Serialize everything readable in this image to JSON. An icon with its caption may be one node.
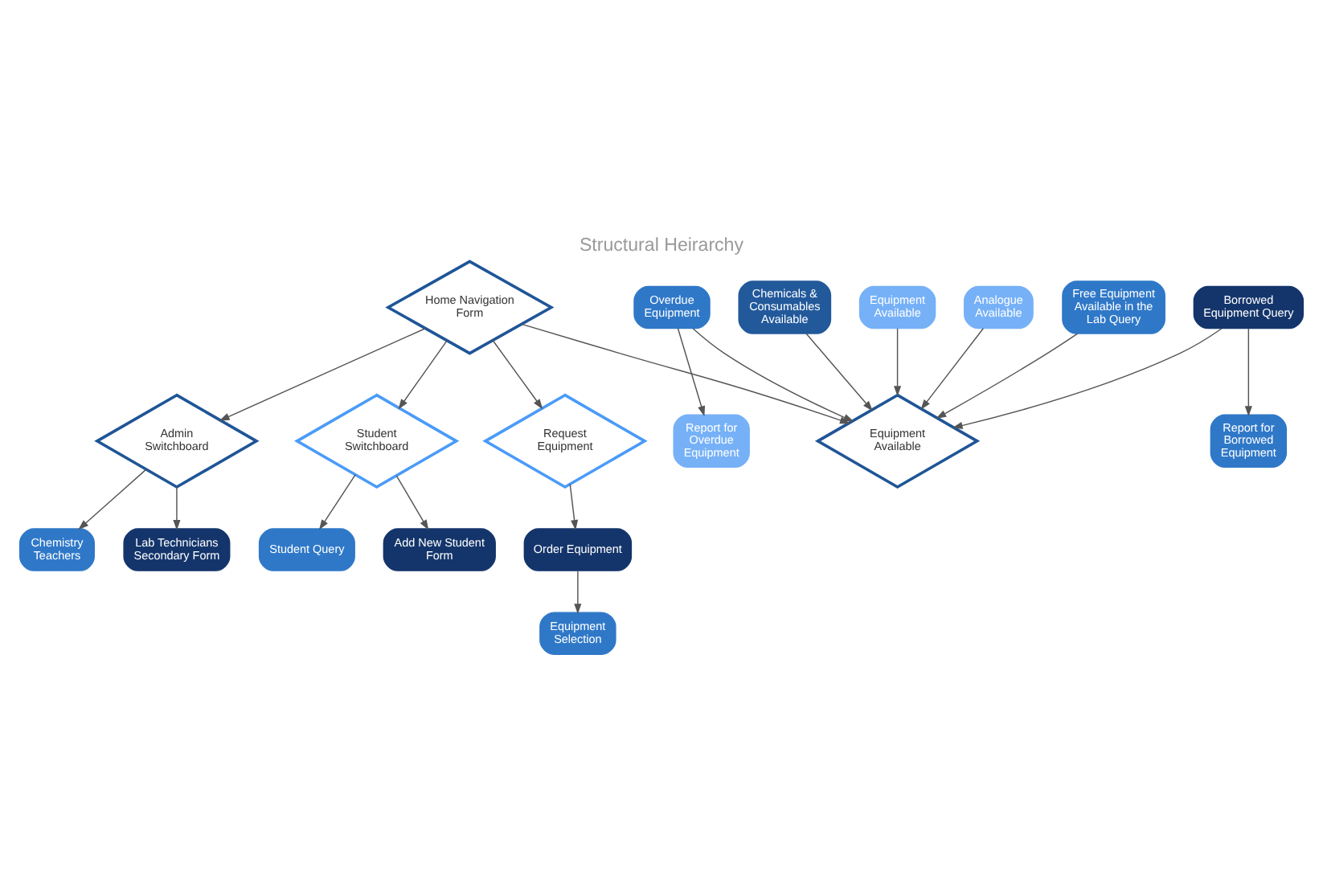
{
  "diagram": {
    "title": "Structural Heirarchy",
    "nodes": [
      {
        "text": [
          "Home Navigation Form"
        ]
      },
      {
        "text": [
          "Admin Switchboard"
        ]
      },
      {
        "text": [
          "Student Switchboard"
        ]
      },
      {
        "text": [
          "Request Equipment"
        ]
      },
      {
        "text": [
          "Lab Technicians Secondary Form"
        ]
      },
      {
        "text": [
          "Chemistry Teachers"
        ]
      },
      {
        "text": [
          "Add New Student Form"
        ]
      },
      {
        "text": [
          "Student Query"
        ]
      },
      {
        "text": [
          "Report for Overdue Equipment"
        ]
      },
      {
        "text": [
          "Order Equipment"
        ]
      },
      {
        "text": [
          "Free Equipment Available in the Lab Query"
        ]
      },
      {
        "text": [
          "Overdue Equipment"
        ]
      },
      {
        "text": [
          "Report for Borrowed Equipment"
        ]
      },
      {
        "text": [
          "Borrowed Equipment Query"
        ]
      },
      {
        "text": [
          "Equipment Available"
        ]
      },
      {
        "text": [
          "Equipment Selection"
        ]
      },
      {
        "text": [
          "Chemicals & Consumables Available"
        ]
      },
      {
        "text": [
          "Equipment Available"
        ]
      },
      {
        "text": [
          "Analogue Available"
        ]
      }
    ],
    "edges": [
      {
        "from": 0,
        "to": 1,
        "arrow": "to"
      },
      {
        "from": 0,
        "to": 2,
        "arrow": "to"
      },
      {
        "from": 0,
        "to": 14,
        "arrow": "to"
      },
      {
        "from": 0,
        "to": 3,
        "arrow": "to"
      },
      {
        "from": 1,
        "to": 4,
        "arrow": "to"
      },
      {
        "from": 1,
        "to": 5,
        "arrow": "to"
      },
      {
        "from": 2,
        "to": 6,
        "arrow": "to"
      },
      {
        "from": 2,
        "to": 7,
        "arrow": "to"
      },
      {
        "from": 3,
        "to": 9,
        "arrow": "to"
      },
      {
        "from": 9,
        "to": 15,
        "arrow": "to"
      },
      {
        "from": 11,
        "to": 8,
        "arrow": "to"
      },
      {
        "from": 11,
        "to": 14,
        "arrow": "to"
      },
      {
        "from": 10,
        "to": 14,
        "arrow": "to"
      },
      {
        "from": 13,
        "to": 12,
        "arrow": "to"
      },
      {
        "from": 13,
        "to": 14,
        "arrow": "to"
      },
      {
        "from": 17,
        "to": 14,
        "arrow": "to"
      },
      {
        "from": 18,
        "to": 14,
        "arrow": "to"
      },
      {
        "from": 16,
        "to": 14,
        "arrow": "to"
      }
    ]
  }
}
